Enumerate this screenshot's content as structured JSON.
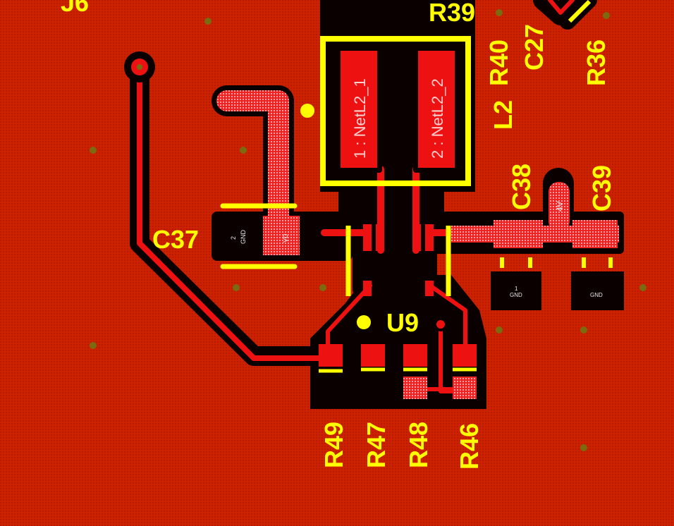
{
  "colors": {
    "board": "#cc2200",
    "copper": "#ee1111",
    "clearance": "#0a0000",
    "silkscreen": "#ffff00",
    "via_dot": "#7a6a10"
  },
  "designators": {
    "j6": "J6",
    "r39": "R39",
    "r40": "R40",
    "c27": "C27",
    "r36": "R36",
    "l2": "L2",
    "c37": "C37",
    "c38": "C38",
    "c39": "C39",
    "u9": "U9",
    "r49": "R49",
    "r47": "R47",
    "r48": "R48",
    "r46": "R46"
  },
  "pad_labels": {
    "l2_pad1": "1 : NetL2_1",
    "l2_pad2": "2 : NetL2_2",
    "c37_pad_left": "2\nGND",
    "c37_pad_left_num": "2",
    "c37_pad_left_net": "GND",
    "c37_pad_right": "VD",
    "c38_pad_top": "4V",
    "c38_pad_bottom_num": "1",
    "c38_pad_bottom_net": "GND",
    "c39_pad_bottom_net": "GND"
  }
}
